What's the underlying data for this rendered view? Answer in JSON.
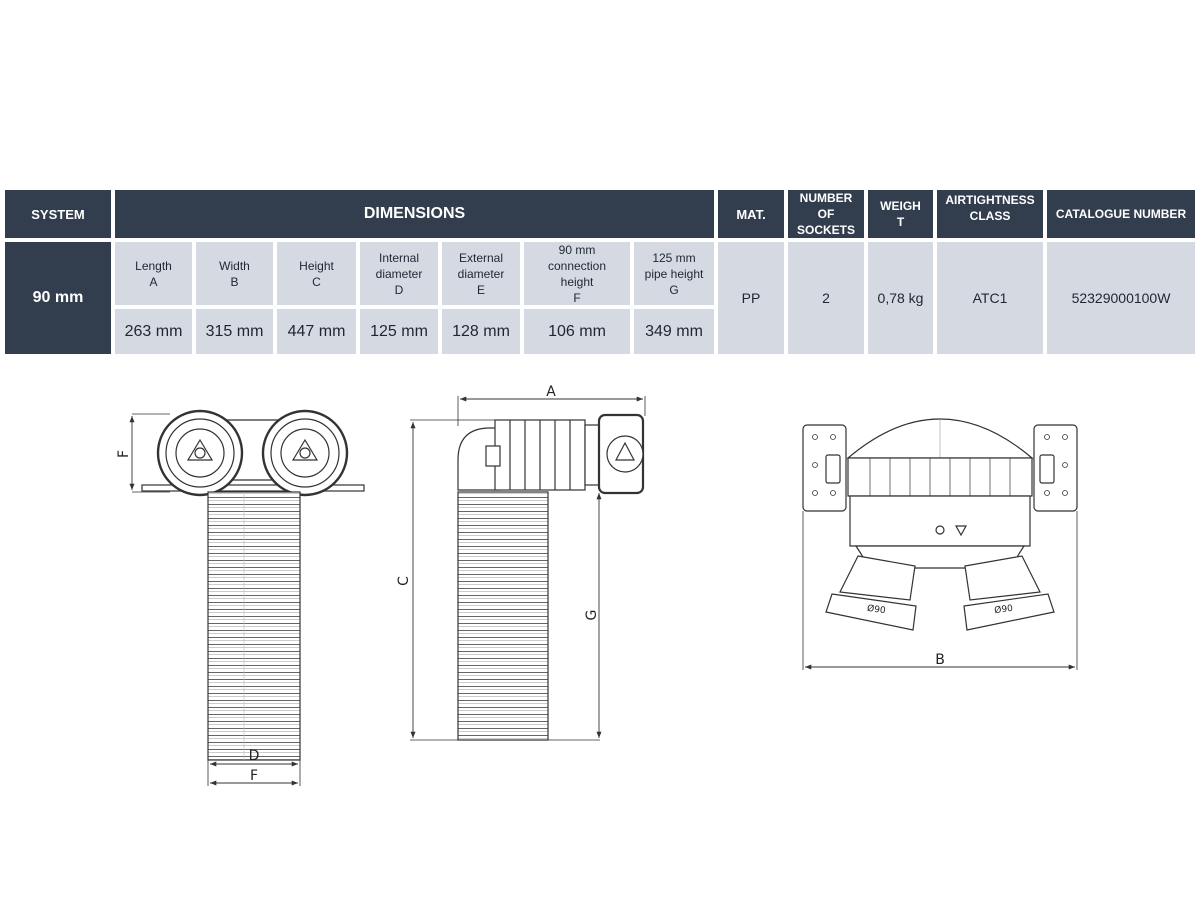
{
  "table": {
    "header": {
      "system": "SYSTEM",
      "dimensions": "DIMENSIONS",
      "mat": "MAT.",
      "sockets": [
        "NUMBER",
        "OF",
        "SOCKETS"
      ],
      "weight": [
        "WEIGH",
        "T"
      ],
      "airtightness": [
        "AIRTIGHTNESS",
        "CLASS"
      ],
      "catalogue": "CATALOGUE NUMBER"
    },
    "system_value": "90 mm",
    "dimension_columns": [
      {
        "label": [
          "Length",
          "A"
        ],
        "value": "263 mm"
      },
      {
        "label": [
          "Width",
          "B"
        ],
        "value": "315 mm"
      },
      {
        "label": [
          "Height",
          "C"
        ],
        "value": "447 mm"
      },
      {
        "label": [
          "Internal",
          "diameter",
          "D"
        ],
        "value": "125 mm"
      },
      {
        "label": [
          "External",
          "diameter",
          "E"
        ],
        "value": "128 mm"
      },
      {
        "label": [
          "90 mm",
          "connection",
          "height",
          "F"
        ],
        "value": "106 mm"
      },
      {
        "label": [
          "125 mm",
          "pipe height",
          "G"
        ],
        "value": "349 mm"
      }
    ],
    "material": "PP",
    "sockets_value": "2",
    "weight_value": "0,78 kg",
    "airtightness_value": "ATC1",
    "catalogue_value": "52329000100W"
  },
  "drawings": {
    "front": {
      "dim_f_top": "F",
      "dim_d": "D",
      "dim_f_bottom": "F"
    },
    "side": {
      "dim_a": "A",
      "dim_c": "C",
      "dim_g": "G"
    },
    "top": {
      "dim_b": "B",
      "socket_mark": "Ø90"
    }
  },
  "colors": {
    "header_bg": "#323e4e",
    "cell_bg": "#d5dae2"
  }
}
